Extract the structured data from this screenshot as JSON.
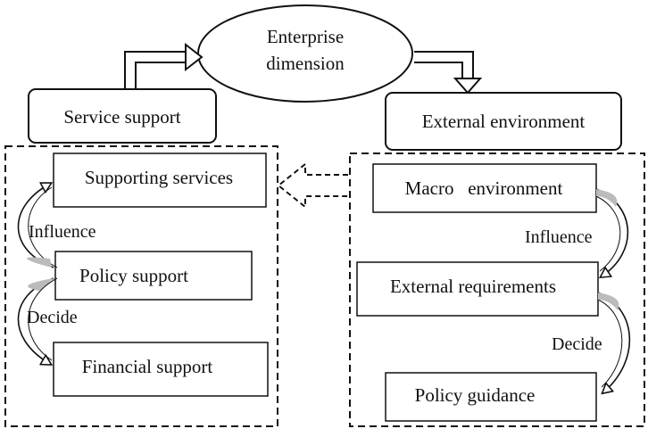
{
  "center": {
    "line1": "Enterprise",
    "line2": "dimension"
  },
  "left_header": "Service support",
  "right_header": "External environment",
  "left_group": {
    "boxes": [
      "Supporting services",
      "Policy support",
      "Financial support"
    ],
    "links": [
      "Influence",
      "Decide"
    ]
  },
  "right_group": {
    "boxes": [
      "Macro   environment",
      "External requirements",
      "Policy guidance"
    ],
    "links": [
      "Influence",
      "Decide"
    ]
  }
}
